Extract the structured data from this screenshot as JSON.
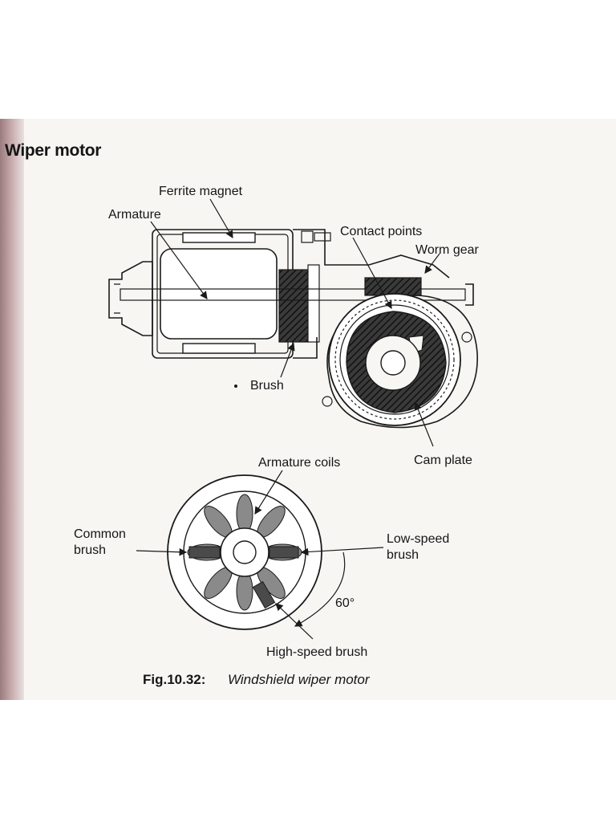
{
  "heading": "Wiper motor",
  "labels": {
    "ferrite_magnet": "Ferrite magnet",
    "armature": "Armature",
    "contact_points": "Contact points",
    "worm_gear": "Worm gear",
    "brush": "Brush",
    "cam_plate": "Cam plate",
    "armature_coils": "Armature coils",
    "common_brush_line1": "Common",
    "common_brush_line2": "brush",
    "low_speed_brush_line1": "Low-speed",
    "low_speed_brush_line2": "brush",
    "angle": "60°",
    "high_speed_brush": "High-speed brush"
  },
  "caption": {
    "number": "Fig.10.32:",
    "text": "Windshield wiper motor"
  }
}
